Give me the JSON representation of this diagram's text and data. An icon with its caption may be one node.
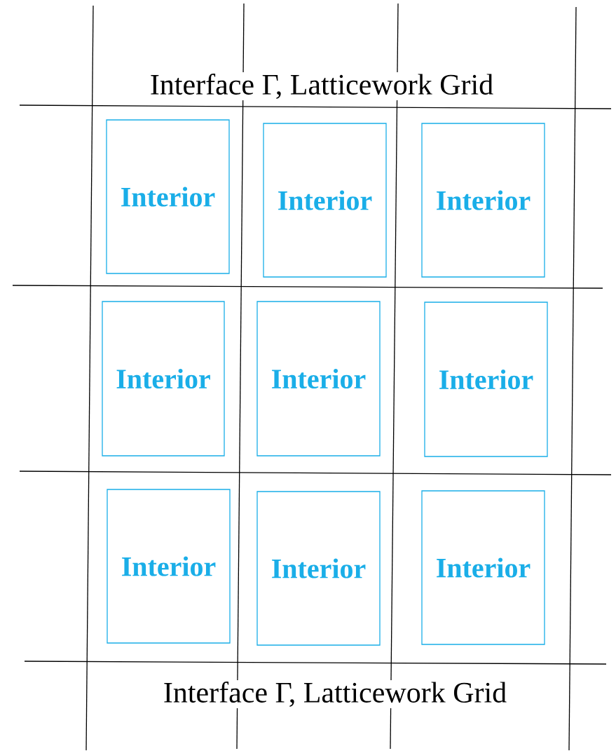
{
  "diagram": {
    "nodes": [
      {
        "text": [
          "Interior"
        ]
      },
      {
        "text": [
          "Interior"
        ]
      },
      {
        "text": [
          "Interior"
        ]
      },
      {
        "text": [
          "Interior"
        ]
      },
      {
        "text": [
          "Interior"
        ]
      },
      {
        "text": [
          "Interior"
        ]
      },
      {
        "text": [
          "Interior"
        ]
      },
      {
        "text": [
          "Interior"
        ]
      },
      {
        "text": [
          "Interior"
        ]
      }
    ],
    "labels": [
      "Interface Γ, Latticework Grid",
      "Interface Γ, Latticework Grid"
    ]
  }
}
